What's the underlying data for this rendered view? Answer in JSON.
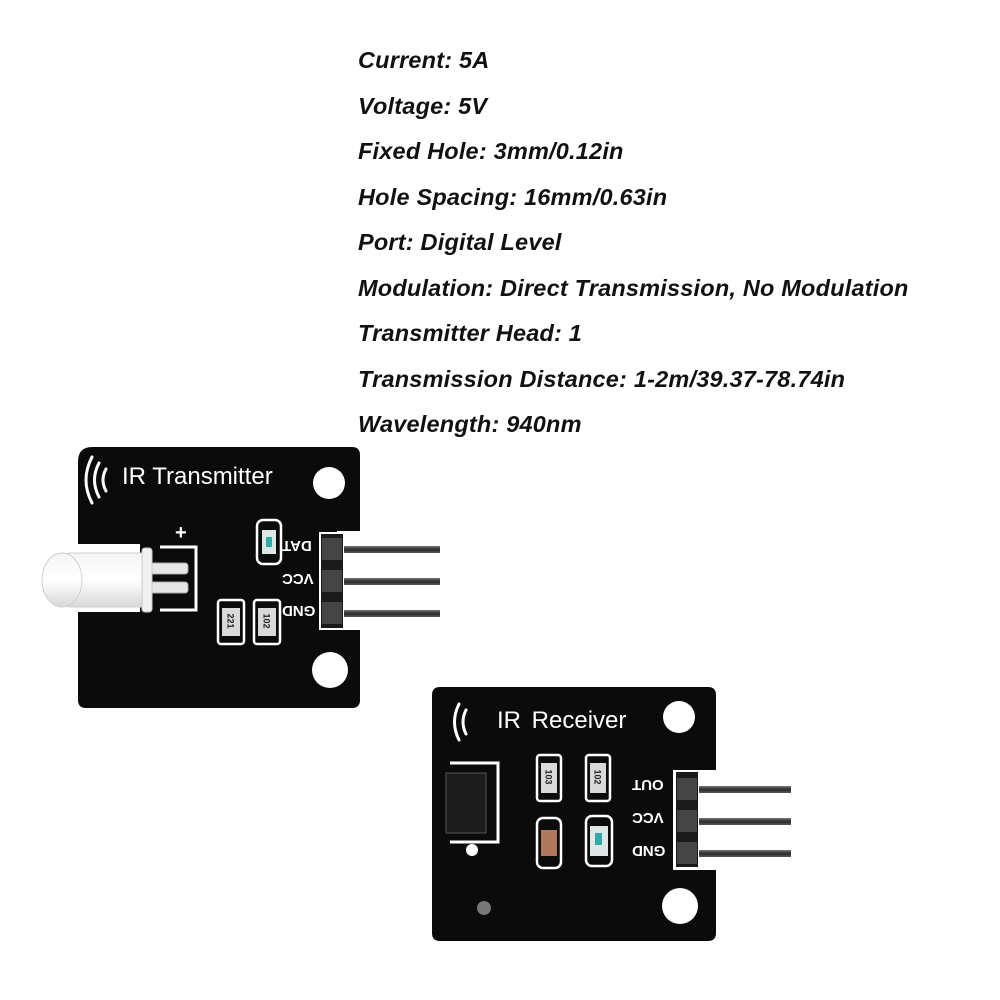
{
  "specs": [
    "Current: 5A",
    "Voltage: 5V",
    "Fixed Hole: 3mm/0.12in",
    "Hole Spacing: 16mm/0.63in",
    "Port: Digital Level",
    "Modulation: Direct Transmission, No Modulation",
    "Transmitter Head: 1",
    "Transmission Distance: 1-2m/39.37-78.74in",
    "Wavelength: 940nm"
  ],
  "transmitter": {
    "title": "IR Transmitter",
    "plus": "+",
    "pins": [
      "DAT",
      "VCC",
      "GND"
    ],
    "resistors": [
      "221",
      "102"
    ]
  },
  "receiver": {
    "title": "IR Receiver",
    "pins": [
      "OUT",
      "VCC",
      "GND"
    ],
    "resistors": [
      "103",
      "102"
    ]
  },
  "colors": {
    "board": "#0b0b0b",
    "text": "#111111",
    "silkscreen": "#ffffff",
    "pin_metal": "#3a3a3a"
  }
}
